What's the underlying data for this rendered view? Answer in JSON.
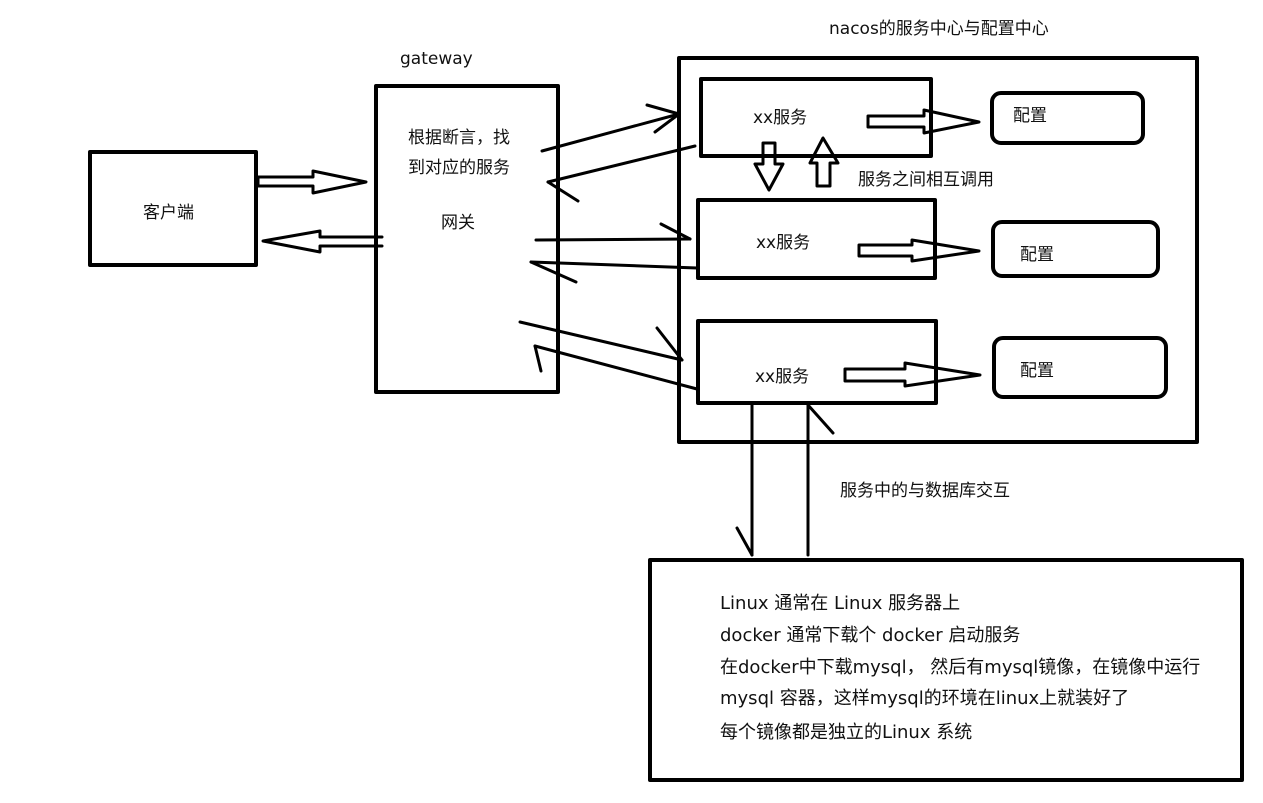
{
  "nacos_title": "nacos的服务中心与配置中心",
  "gateway": {
    "title": "gateway",
    "desc_line1": "根据断言，找",
    "desc_line2": "到对应的服务",
    "label": "网关"
  },
  "client_label": "客户端",
  "services": [
    {
      "label": "xx服务",
      "config_label": "配置"
    },
    {
      "label": "xx服务",
      "config_label": "配置"
    },
    {
      "label": "xx服务",
      "config_label": "配置"
    }
  ],
  "inter_service_label": "服务之间相互调用",
  "db_interaction_label": "服务中的与数据库交互",
  "linux_note": {
    "lines": [
      "Linux   通常在 Linux 服务器上",
      "docker  通常下载个 docker 启动服务",
      "在docker中下载mysql， 然后有mysql镜像，在镜像中运行",
      "mysql 容器，这样mysql的环境在linux上就装好了",
      " 每个镜像都是独立的Linux 系统"
    ]
  },
  "colors": {
    "stroke": "#000000",
    "text": "#111111",
    "background": "#ffffff"
  }
}
